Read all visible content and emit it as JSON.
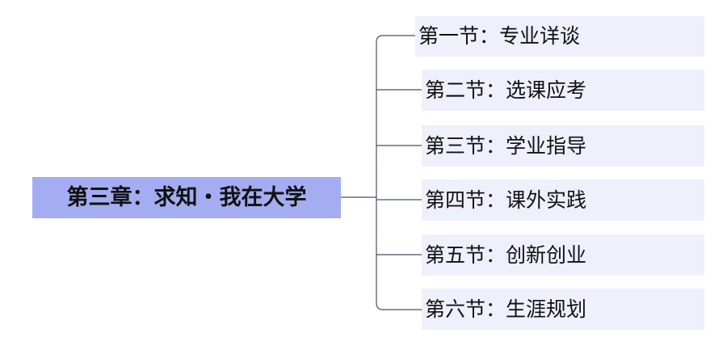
{
  "mindmap": {
    "root": {
      "label": "第三章：求知・我在大学"
    },
    "children": [
      {
        "label": "第一节：专业详谈"
      },
      {
        "label": "第二节：选课应考"
      },
      {
        "label": "第三节：学业指导"
      },
      {
        "label": "第四节：课外实践"
      },
      {
        "label": "第五节：创新创业"
      },
      {
        "label": "第六节：生涯规划"
      }
    ],
    "colors": {
      "root_fill": "#a4adf2",
      "child_fill": "#eef0fc",
      "connector": "#4a4f6a"
    }
  }
}
